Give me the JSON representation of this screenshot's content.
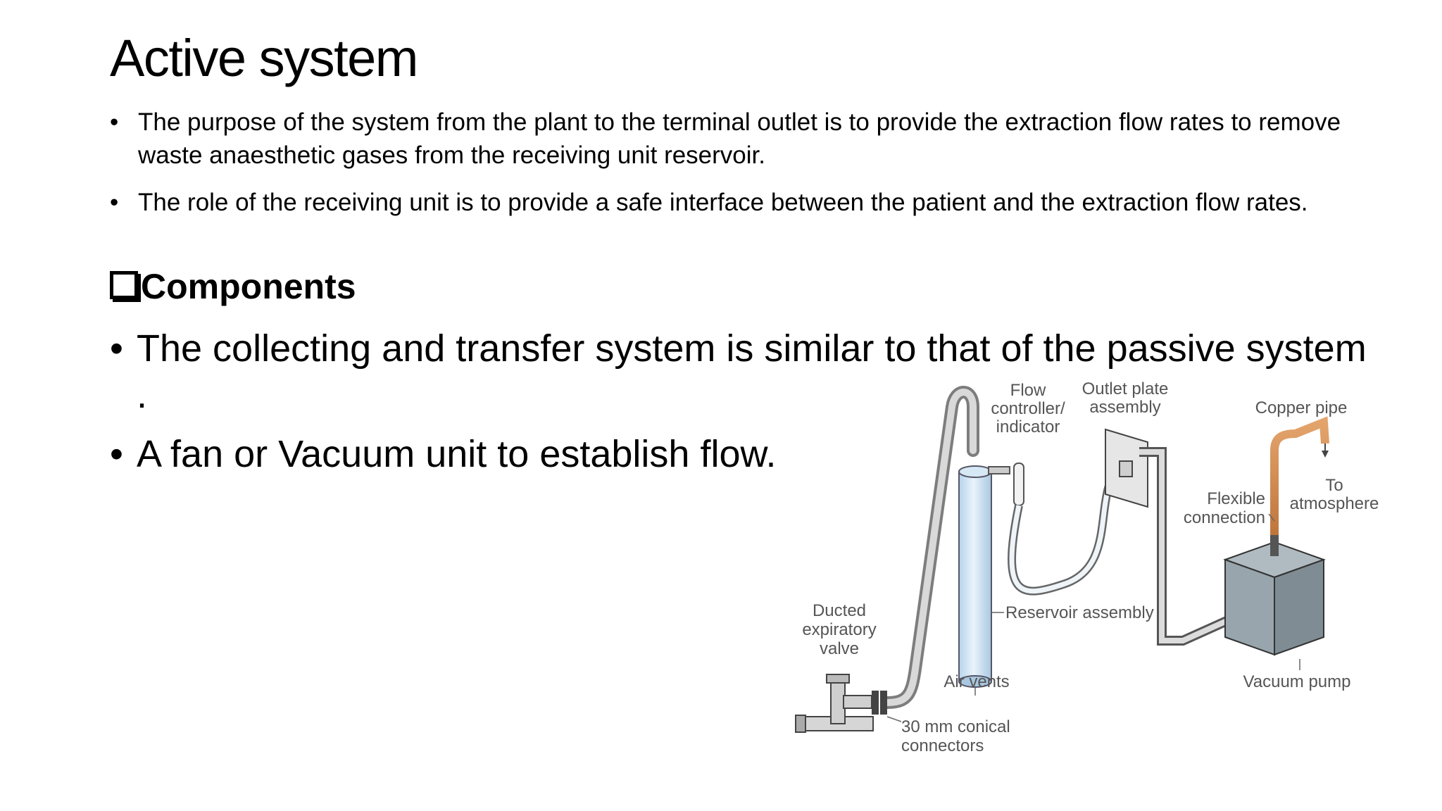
{
  "slide": {
    "title": "Active system",
    "bullets_small": [
      "The purpose of the system from the plant to the terminal outlet is to provide the extraction flow rates to remove waste anaesthetic gases from the receiving unit reservoir.",
      "The role of the receiving unit is to provide a safe interface between the patient and the extraction flow rates."
    ],
    "section_heading": "Components",
    "bullets_large": [
      " The collecting and transfer system is similar to that of the passive system .",
      "A fan or Vacuum unit to establish flow."
    ],
    "bullet_char": "•"
  },
  "diagram": {
    "labels": {
      "flow_controller_1": "Flow",
      "flow_controller_2": "controller/",
      "flow_controller_3": "indicator",
      "outlet_plate_1": "Outlet plate",
      "outlet_plate_2": "assembly",
      "copper_pipe": "Copper pipe",
      "to_atmosphere_1": "To",
      "to_atmosphere_2": "atmosphere",
      "flexible_1": "Flexible",
      "flexible_2": "connection",
      "reservoir": "Reservoir assembly",
      "ducted_1": "Ducted",
      "ducted_2": "expiratory",
      "ducted_3": "valve",
      "air_vents": "Air vents",
      "vacuum_pump": "Vacuum pump",
      "connectors_1": "30 mm conical",
      "connectors_2": "connectors"
    },
    "colors": {
      "reservoir_fill": "#cfe3f3",
      "pump_fill": "#8e9ba3",
      "copper": "#d08a50",
      "tube": "#bdbdbd"
    }
  }
}
